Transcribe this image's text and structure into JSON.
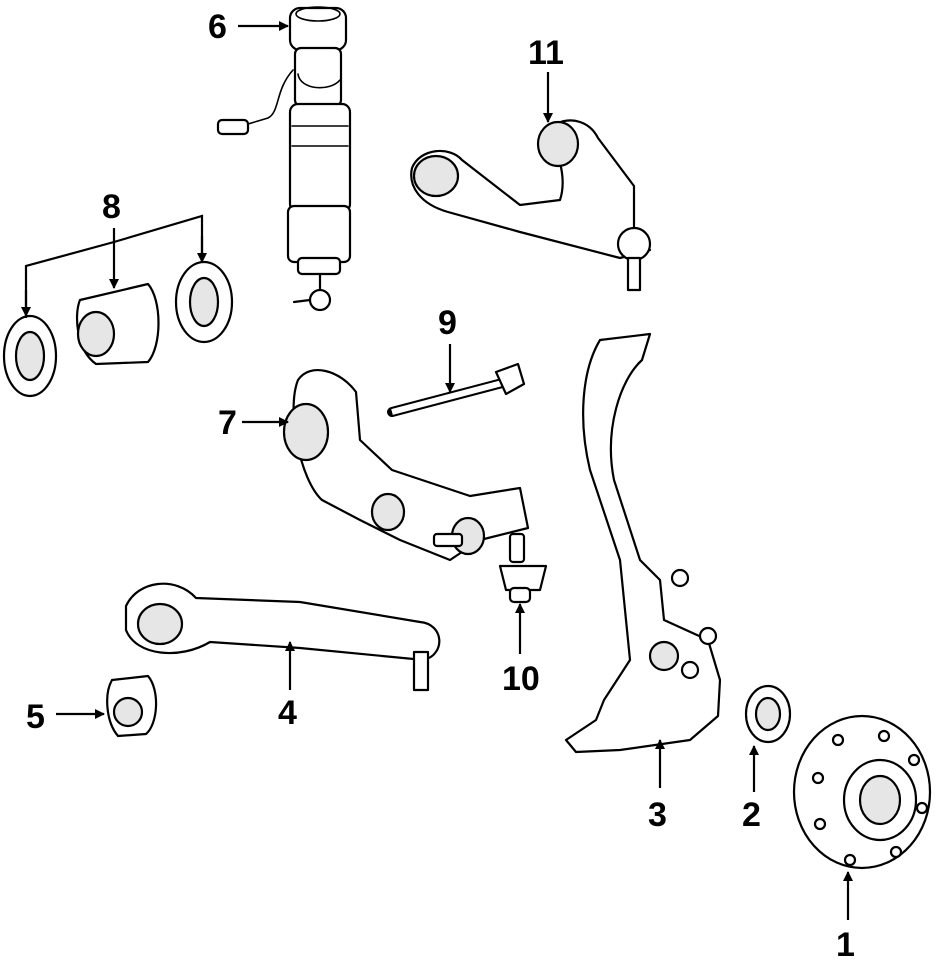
{
  "callouts": {
    "c1": "1",
    "c2": "2",
    "c3": "3",
    "c4": "4",
    "c5": "5",
    "c6": "6",
    "c7": "7",
    "c8": "8",
    "c9": "9",
    "c10": "10",
    "c11": "11"
  },
  "colors": {
    "ink": "#000000",
    "paper": "#ffffff",
    "shade": "#e6e6e6"
  }
}
